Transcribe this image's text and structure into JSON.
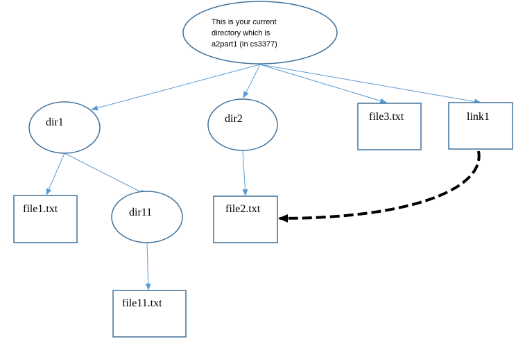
{
  "root": {
    "lines": [
      "This is your current",
      "directory which is",
      "a2part1 (in cs3377)"
    ]
  },
  "nodes": {
    "dir1": "dir1",
    "dir2": "dir2",
    "file3": "file3.txt",
    "link1": "link1",
    "file1": "file1.txt",
    "dir11": "dir11",
    "file2": "file2.txt",
    "file11": "file11.txt"
  },
  "colors": {
    "node_stroke": "#41719c",
    "edge": "#5b9bd5",
    "link_edge": "#000000"
  }
}
